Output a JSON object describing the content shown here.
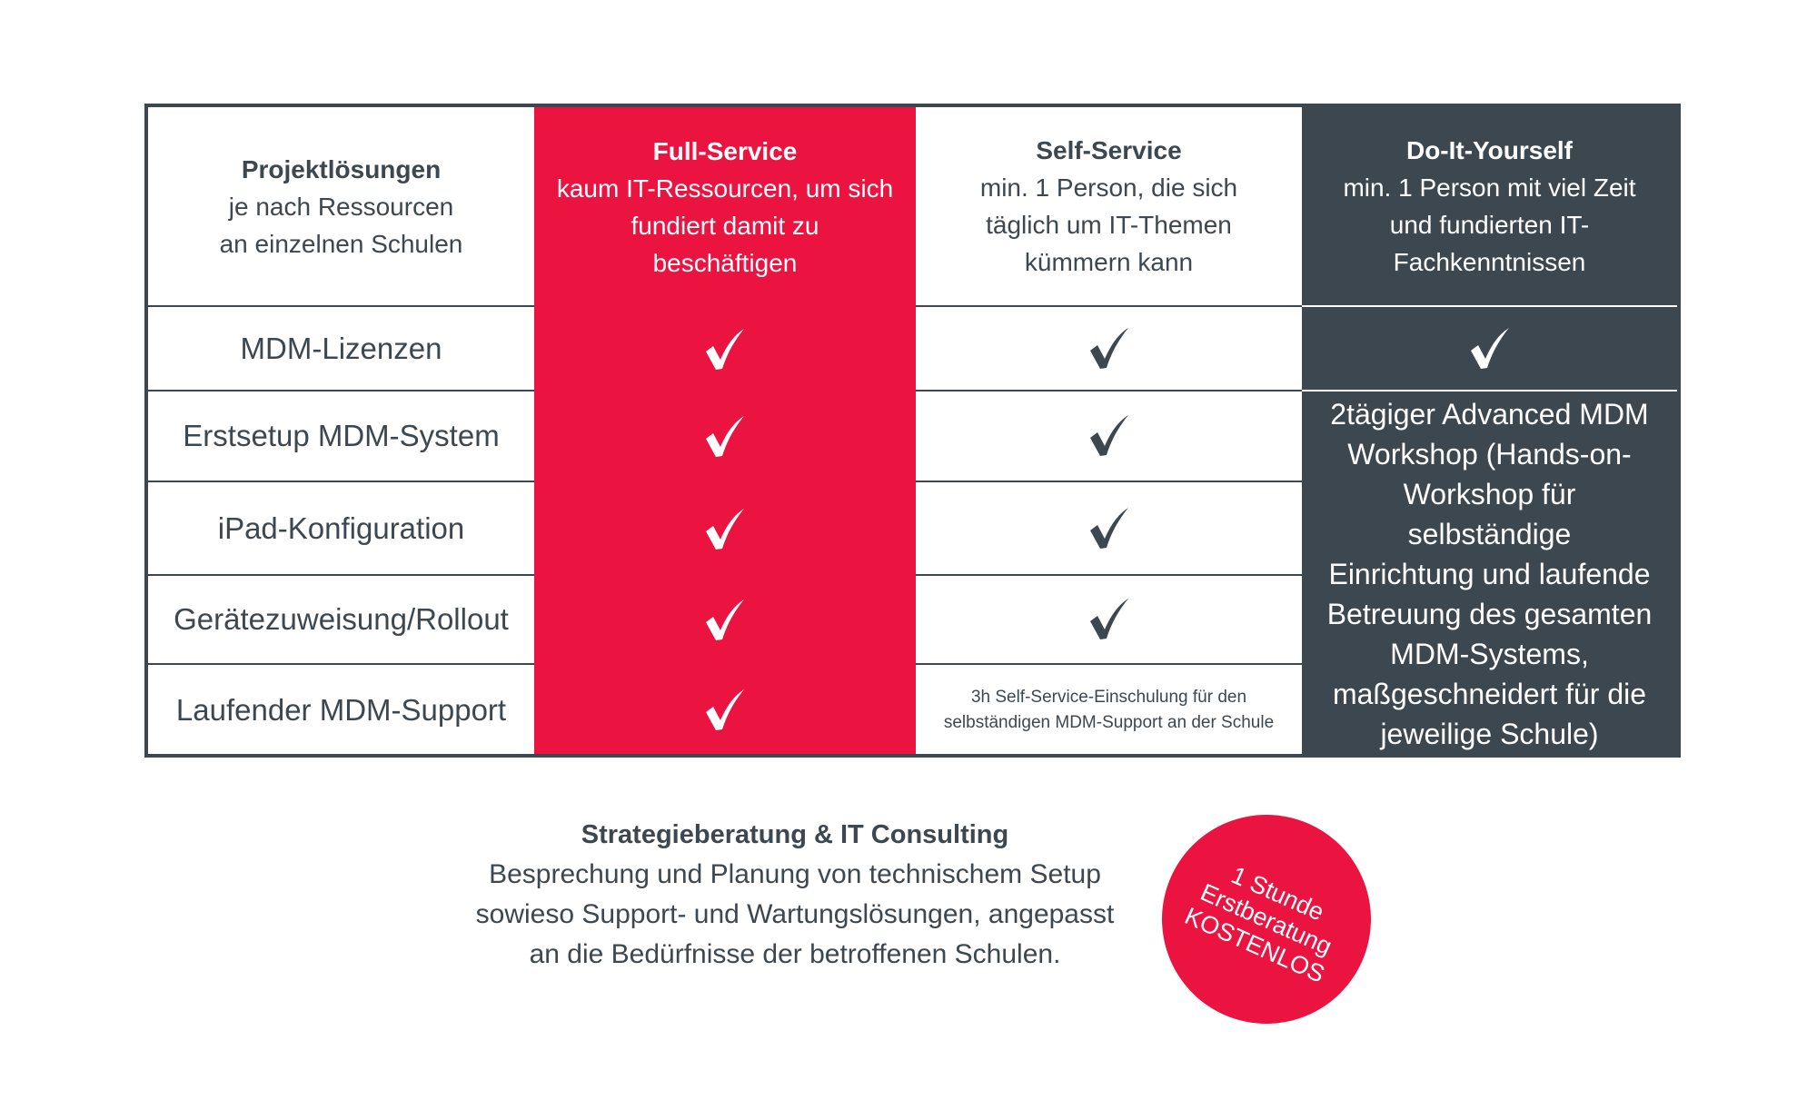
{
  "header": {
    "col1": {
      "title": "Projektlösungen",
      "lines": [
        "je nach Ressourcen",
        "an einzelnen Schulen"
      ]
    },
    "col2": {
      "title": "Full-Service",
      "lines": [
        "kaum IT-Ressourcen, um sich",
        "fundiert damit zu",
        "beschäftigen"
      ]
    },
    "col3": {
      "title": "Self-Service",
      "lines": [
        "min. 1 Person, die sich",
        "täglich  um IT-Themen",
        "kümmern kann"
      ]
    },
    "col4": {
      "title": "Do-It-Yourself",
      "lines": [
        "min. 1 Person mit viel Zeit",
        "und fundierten IT-",
        "Fachkenntnissen"
      ]
    }
  },
  "rows": [
    {
      "label": "MDM-Lizenzen"
    },
    {
      "label": "Erstsetup MDM-System"
    },
    {
      "label": "iPad-Konfiguration"
    },
    {
      "label": "Gerätezuweisung/Rollout"
    },
    {
      "label": "Laufender MDM-Support"
    }
  ],
  "self_service_note": [
    "3h Self-Service-Einschulung für den",
    "selbständigen MDM-Support an der Schule"
  ],
  "diy_workshop": [
    "2tägiger Advanced MDM",
    "Workshop (Hands-on-",
    "Workshop für selbständige",
    "Einrichtung und laufende",
    "Betreuung des gesamten",
    "MDM-Systems,",
    "maßgeschneidert für die",
    "jeweilige Schule)"
  ],
  "footer": {
    "title": "Strategieberatung & IT Consulting",
    "lines": [
      "Besprechung und Planung von technischem Setup",
      "sowieso Support- und Wartungslösungen, angepasst",
      "an die Bedürfnisse der betroffenen Schulen."
    ]
  },
  "badge": {
    "lines": [
      "1 Stunde",
      "Erstberatung",
      "KOSTENLOS"
    ]
  },
  "colors": {
    "red": "#eb1340",
    "dark": "#3d474f",
    "white": "#ffffff"
  },
  "icons": {
    "check": "checkmark-icon"
  }
}
